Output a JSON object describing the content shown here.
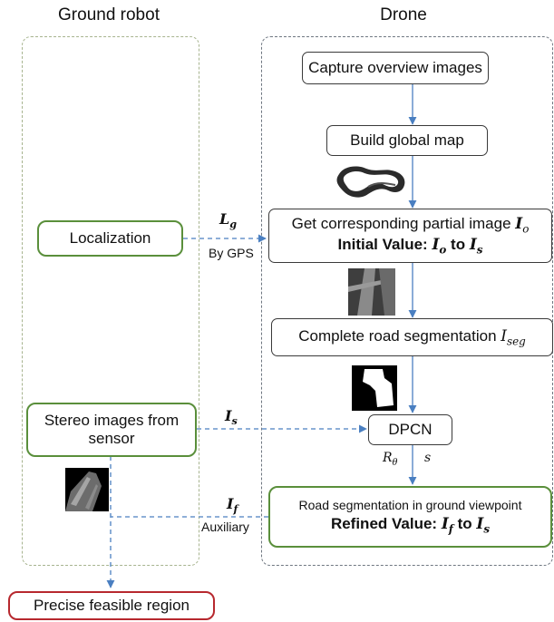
{
  "lanes": {
    "ground_title": "Ground robot",
    "drone_title": "Drone"
  },
  "drone_steps": {
    "capture": "Capture overview images",
    "build_map": "Build global map",
    "partial_line1": "Get corresponding partial image ",
    "partial_math": "I",
    "partial_math_sub": "o",
    "partial_line2_prefix": "Initial Value: ",
    "partial_line2_a": "I",
    "partial_line2_a_sub": "o",
    "partial_line2_mid": " to ",
    "partial_line2_b": "I",
    "partial_line2_b_sub": "s",
    "segmentation": "Complete road segmentation ",
    "segmentation_math": "I",
    "segmentation_math_sub": "seg",
    "dpcn": "DPCN",
    "refined_line1": "Road segmentation in ground viewpoint",
    "refined_line2_prefix": "Refined Value: ",
    "refined_a": "I",
    "refined_a_sub": "f",
    "refined_mid": " to ",
    "refined_b": "I",
    "refined_b_sub": "s"
  },
  "ground_steps": {
    "localization": "Localization",
    "stereo": "Stereo images from sensor",
    "precise": "Precise feasible region"
  },
  "edge_labels": {
    "lg": "L",
    "lg_sub": "g",
    "by_gps": "By GPS",
    "is": "I",
    "is_sub": "s",
    "if": "I",
    "if_sub": "f",
    "auxiliary": "Auxiliary",
    "r_theta": "R",
    "r_theta_sub": "θ",
    "s": "s"
  },
  "colors": {
    "green_border": "#5a8f3b",
    "red_border": "#b7282e",
    "arrow_blue": "#4a7fc1"
  },
  "icons": [
    "global-map-thumbnail",
    "partial-image-thumbnail",
    "segmentation-mask-thumbnail",
    "stereo-image-thumbnail"
  ]
}
